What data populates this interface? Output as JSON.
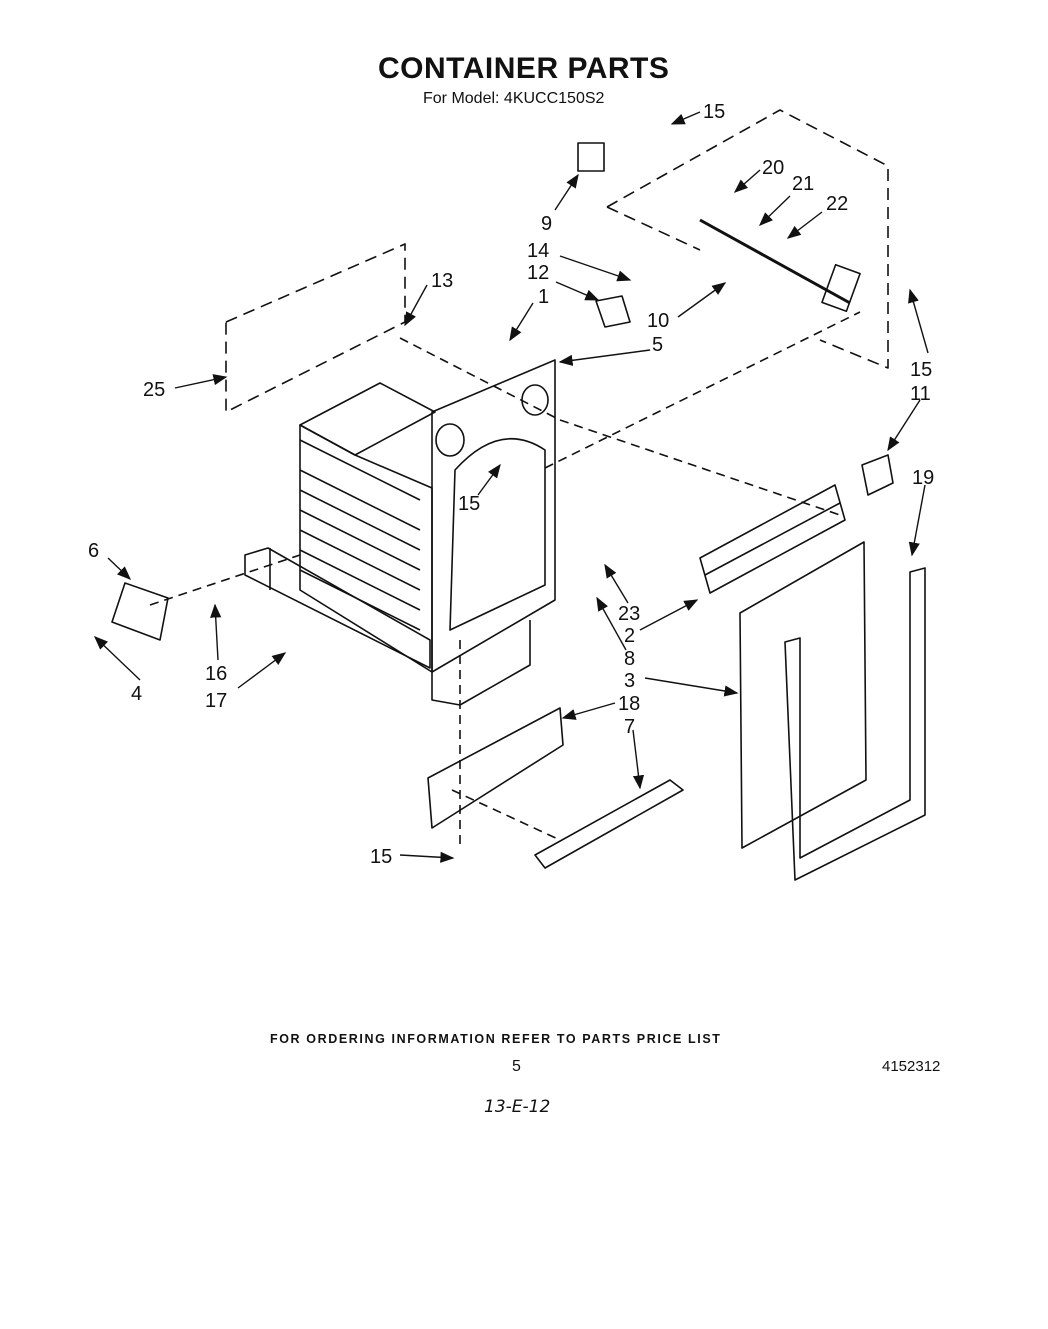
{
  "title": "CONTAINER PARTS",
  "subtitle": "For Model: 4KUCC150S2",
  "callouts": {
    "c1": "1",
    "c2": "2",
    "c3": "3",
    "c4": "4",
    "c5": "5",
    "c6": "6",
    "c7": "7",
    "c8": "8",
    "c9": "9",
    "c10": "10",
    "c11": "11",
    "c12": "12",
    "c13": "13",
    "c14": "14",
    "c15a": "15",
    "c15b": "15",
    "c15c": "15",
    "c15d": "15",
    "c16": "16",
    "c17": "17",
    "c18": "18",
    "c19": "19",
    "c20": "20",
    "c21": "21",
    "c22": "22",
    "c23": "23",
    "c25": "25"
  },
  "footer": "FOR ORDERING INFORMATION REFER TO PARTS PRICE LIST",
  "page_number": "5",
  "document_number": "4152312",
  "handwritten_note": "13-E-12"
}
